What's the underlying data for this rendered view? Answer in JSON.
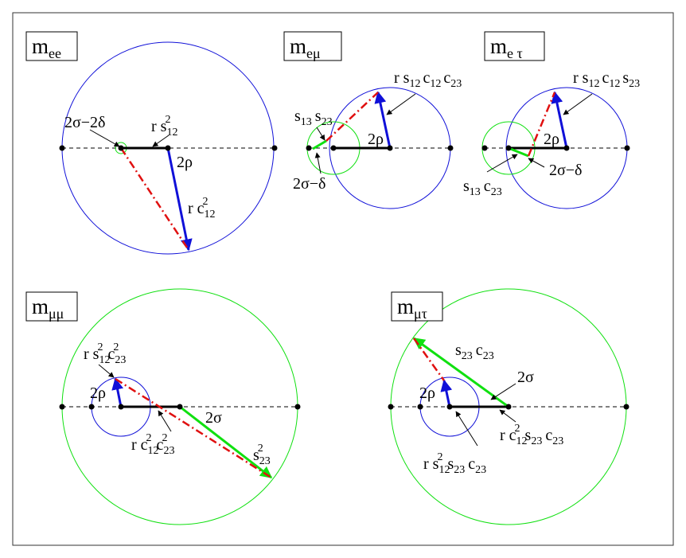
{
  "colors": {
    "blue": "#1010d8",
    "green": "#10e010",
    "red": "#e01010",
    "black": "#000000"
  },
  "panels": {
    "mee": {
      "title": {
        "main": "m",
        "sub": "ee"
      },
      "labels": {
        "angle": "2σ−2δ",
        "rs12": {
          "main": "r s",
          "sub": "12",
          "sup": "2"
        },
        "rho": "2ρ",
        "rc12": {
          "main": "r c",
          "sub": "12",
          "sup": "2"
        }
      }
    },
    "memu": {
      "title": {
        "main": "m",
        "sub": "eμ"
      },
      "labels": {
        "top": {
          "p1": "r s",
          "s1": "12",
          "p2": "c",
          "s2": "12",
          "p3": "c",
          "s3": "23"
        },
        "s13s23": {
          "p1": "s",
          "s1": "13",
          "p2": "s",
          "s2": "23"
        },
        "rho": "2ρ",
        "angle": "2σ−δ"
      }
    },
    "metau": {
      "title": {
        "main": "m",
        "sub": "e τ"
      },
      "labels": {
        "top": {
          "p1": "r s",
          "s1": "12",
          "p2": "c",
          "s2": "12",
          "p3": "s",
          "s3": "23"
        },
        "rho": "2ρ",
        "angle": "2σ−δ",
        "s13c23": {
          "p1": "s",
          "s1": "13",
          "p2": "c",
          "s2": "23"
        }
      }
    },
    "mmumu": {
      "title": {
        "main": "m",
        "sub": "μμ"
      },
      "labels": {
        "top": {
          "p1": "r s",
          "s1": "12",
          "p2": "c",
          "s2": "23"
        },
        "rho": "2ρ",
        "sigma": "2σ",
        "bottom": {
          "p1": "r c",
          "s1": "12",
          "p2": "c",
          "s2": "23"
        },
        "s23": {
          "main": "s",
          "sub": "23"
        }
      }
    },
    "mmutau": {
      "title": {
        "main": "m",
        "sub": "μτ"
      },
      "labels": {
        "s23c23": {
          "p1": "s",
          "s1": "23",
          "p2": "c",
          "s2": "23"
        },
        "sigma": "2σ",
        "rho": "2ρ",
        "rc12": {
          "p1": "r c",
          "s1": "12",
          "p2": "s",
          "s2": "23",
          "p3": "c",
          "s3": "23"
        },
        "rs12": {
          "p1": "r s",
          "s1": "12",
          "p2": "s",
          "s2": "23",
          "p3": "c",
          "s3": "23"
        }
      }
    }
  },
  "superscripts": {
    "two": "2"
  }
}
